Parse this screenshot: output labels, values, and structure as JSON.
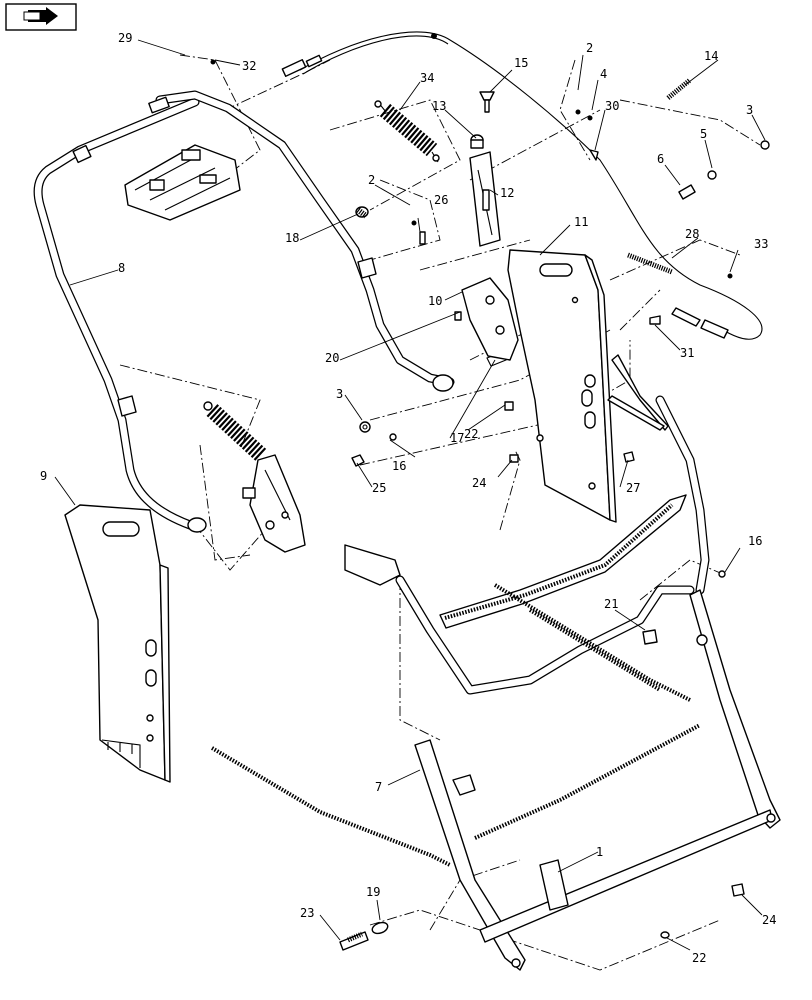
{
  "nav": {
    "icon": "arrow-icon"
  },
  "callouts": {
    "c1": "1",
    "c2a": "2",
    "c2b": "2",
    "c3a": "3",
    "c3b": "3",
    "c4": "4",
    "c5": "5",
    "c6": "6",
    "c7": "7",
    "c8": "8",
    "c9": "9",
    "c10": "10",
    "c11": "11",
    "c12": "12",
    "c13": "13",
    "c14": "14",
    "c15": "15",
    "c16a": "16",
    "c16b": "16",
    "c17": "17",
    "c18": "18",
    "c19": "19",
    "c20": "20",
    "c21": "21",
    "c22a": "22",
    "c22b": "22",
    "c23": "23",
    "c24a": "24",
    "c24b": "24",
    "c25": "25",
    "c26": "26",
    "c27": "27",
    "c28": "28",
    "c29": "29",
    "c30": "30",
    "c31": "31",
    "c32": "32",
    "c33": "33",
    "c34": "34"
  }
}
